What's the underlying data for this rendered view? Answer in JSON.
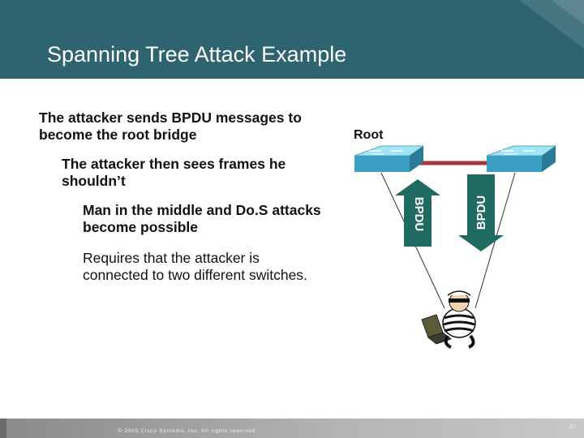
{
  "slide": {
    "title": "Spanning Tree Attack Example",
    "bullets": [
      "The attacker sends BPDU messages to become the root bridge",
      "The attacker then sees frames he shouldn’t",
      "Man in the middle and Do.S attacks become possible",
      "Requires that the attacker is connected to two different switches."
    ]
  },
  "diagram": {
    "root_label": "Root",
    "arrow_left_label": "BPDU",
    "arrow_right_label": "BPDU",
    "link_color": "#a8343c",
    "arrow_color": "#1f6b62"
  },
  "footer": {
    "copyright": "© 2005 Cisco Systems, Inc. All rights reserved.",
    "page_number": "27"
  },
  "colors": {
    "header_bg": "#2e6470",
    "header_text": "#ffffff",
    "body_text": "#111111"
  }
}
